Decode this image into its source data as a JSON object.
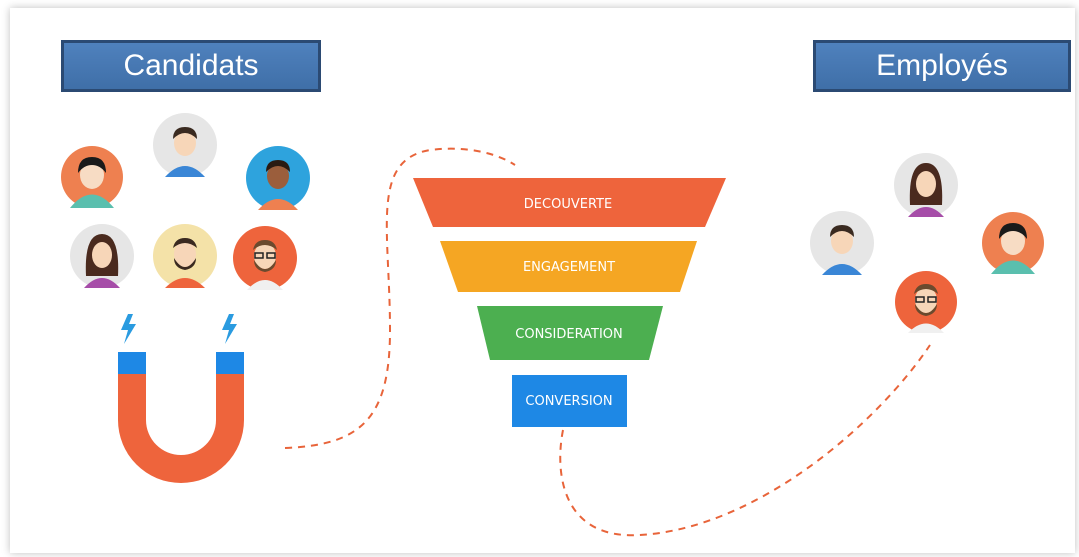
{
  "labels": {
    "left": "Candidats",
    "right": "Employés"
  },
  "funnel": {
    "stages": [
      {
        "label": "DECOUVERTE",
        "color": "#ee643c"
      },
      {
        "label": "ENGAGEMENT",
        "color": "#f5a623"
      },
      {
        "label": "CONSIDERATION",
        "color": "#4caf50"
      },
      {
        "label": "CONVERSION",
        "color": "#1e88e5"
      }
    ]
  },
  "colors": {
    "box_fill": "#4f81bd",
    "box_border": "#2b4a73",
    "dashed_path": "#e8643a",
    "magnet": "#ee643c",
    "magnet_tip": "#1e88e5",
    "lightning": "#2a9be0"
  },
  "icons": [
    "avatar-icon",
    "magnet-icon",
    "lightning-icon",
    "funnel-icon"
  ]
}
